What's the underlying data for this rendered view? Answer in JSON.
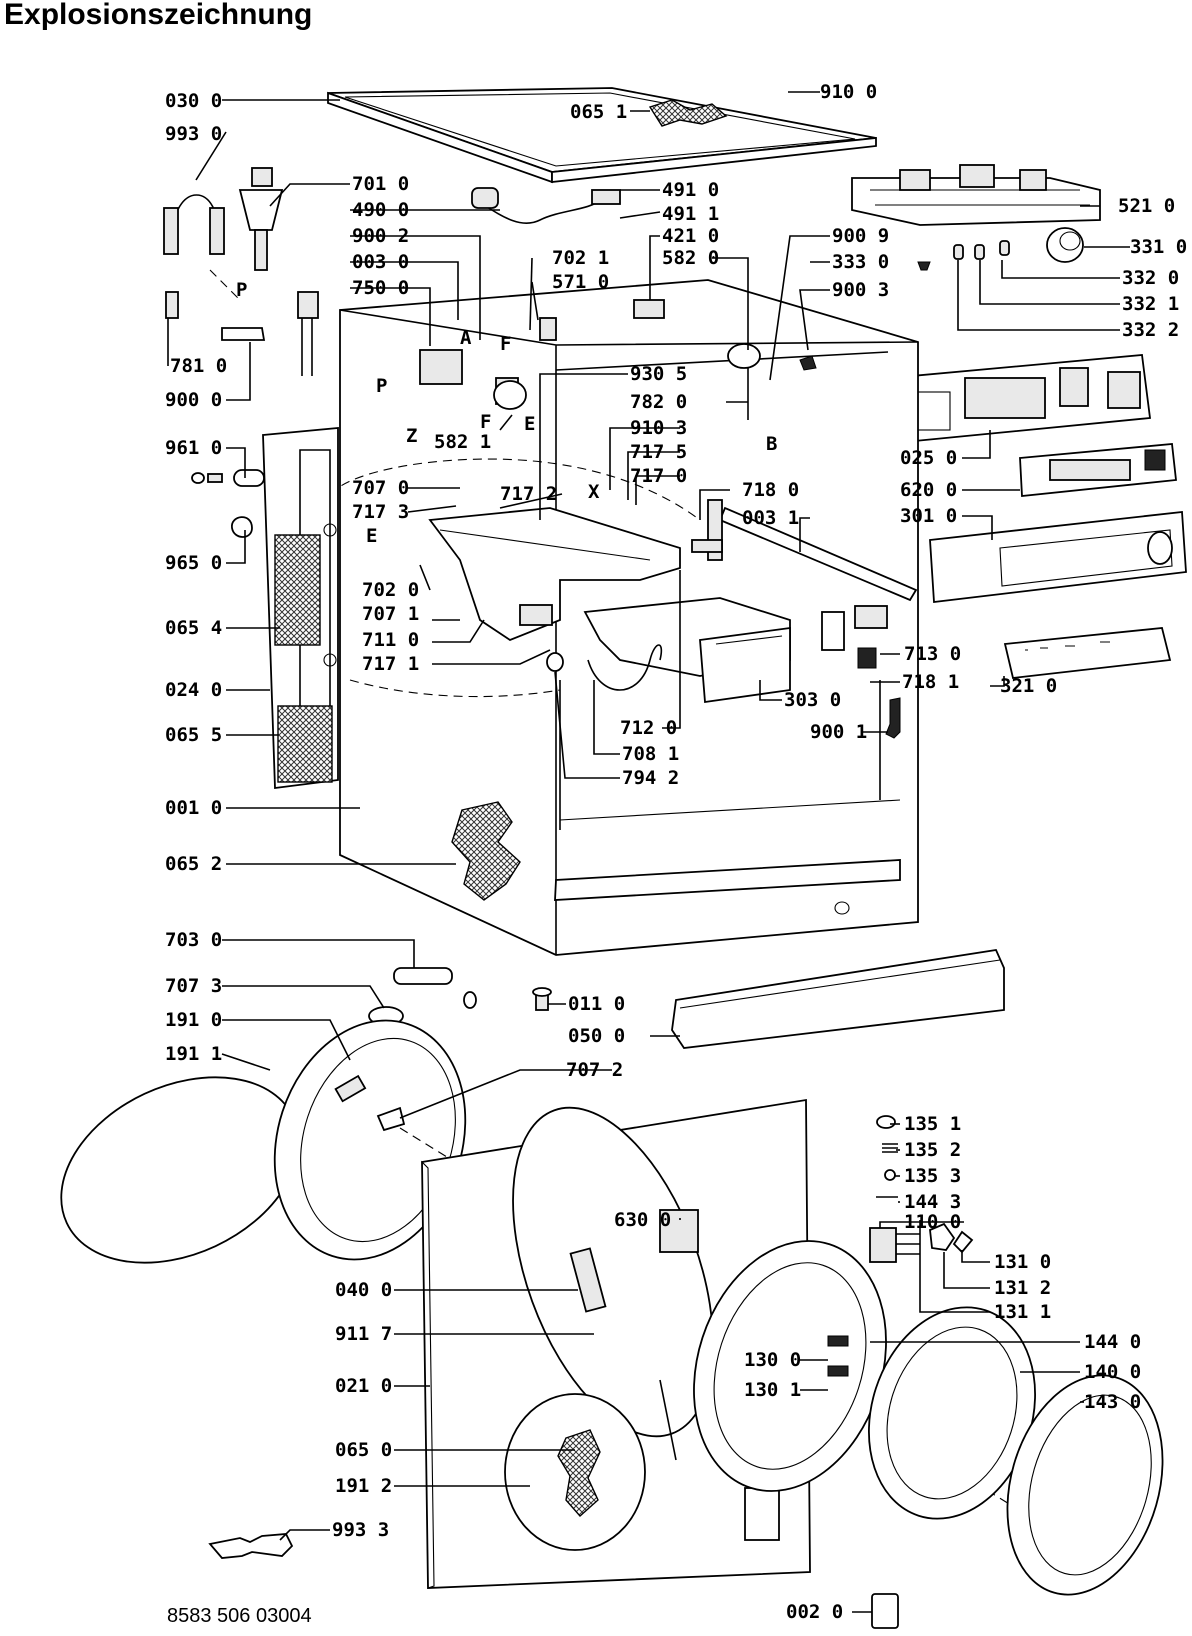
{
  "title": "Explosionszeichnung",
  "doc_number": "8583 506 03004",
  "part_labels": [
    {
      "id": "l-030-0",
      "text": "030 0"
    },
    {
      "id": "l-993-0",
      "text": "993 0"
    },
    {
      "id": "l-065-1-top",
      "text": "065 1"
    },
    {
      "id": "l-910-0",
      "text": "910 0"
    },
    {
      "id": "l-701-0",
      "text": "701 0"
    },
    {
      "id": "l-490-0",
      "text": "490 0"
    },
    {
      "id": "l-491-0",
      "text": "491 0"
    },
    {
      "id": "l-491-1",
      "text": "491 1"
    },
    {
      "id": "l-900-2",
      "text": "900 2"
    },
    {
      "id": "l-421-0",
      "text": "421 0"
    },
    {
      "id": "l-003-0",
      "text": "003 0"
    },
    {
      "id": "l-702-1",
      "text": "702 1"
    },
    {
      "id": "l-582-0",
      "text": "582 0"
    },
    {
      "id": "l-571-0",
      "text": "571 0"
    },
    {
      "id": "l-750-0",
      "text": "750 0"
    },
    {
      "id": "l-900-9",
      "text": "900 9"
    },
    {
      "id": "l-333-0",
      "text": "333 0"
    },
    {
      "id": "l-900-3",
      "text": "900 3"
    },
    {
      "id": "l-521-0",
      "text": "521 0"
    },
    {
      "id": "l-331-0",
      "text": "331 0"
    },
    {
      "id": "l-332-0",
      "text": "332 0"
    },
    {
      "id": "l-332-1",
      "text": "332 1"
    },
    {
      "id": "l-332-2",
      "text": "332 2"
    },
    {
      "id": "l-781-0",
      "text": "781 0"
    },
    {
      "id": "l-900-0",
      "text": "900 0"
    },
    {
      "id": "l-930-5",
      "text": "930 5"
    },
    {
      "id": "l-782-0",
      "text": "782 0"
    },
    {
      "id": "l-582-1",
      "text": "582 1"
    },
    {
      "id": "l-910-3",
      "text": "910 3"
    },
    {
      "id": "l-961-0",
      "text": "961 0"
    },
    {
      "id": "l-717-5",
      "text": "717 5"
    },
    {
      "id": "l-717-0",
      "text": "717 0"
    },
    {
      "id": "l-025-0",
      "text": "025 0"
    },
    {
      "id": "l-620-0",
      "text": "620 0"
    },
    {
      "id": "l-707-0",
      "text": "707 0"
    },
    {
      "id": "l-717-2",
      "text": "717 2"
    },
    {
      "id": "l-718-0",
      "text": "718 0"
    },
    {
      "id": "l-717-3",
      "text": "717 3"
    },
    {
      "id": "l-003-1",
      "text": "003 1"
    },
    {
      "id": "l-301-0",
      "text": "301 0"
    },
    {
      "id": "l-965-0",
      "text": "965 0"
    },
    {
      "id": "l-065-4",
      "text": "065 4"
    },
    {
      "id": "l-702-0",
      "text": "702 0"
    },
    {
      "id": "l-707-1",
      "text": "707 1"
    },
    {
      "id": "l-711-0",
      "text": "711 0"
    },
    {
      "id": "l-713-0",
      "text": "713 0"
    },
    {
      "id": "l-718-1",
      "text": "718 1"
    },
    {
      "id": "l-717-1",
      "text": "717 1"
    },
    {
      "id": "l-321-0",
      "text": "321 0"
    },
    {
      "id": "l-024-0",
      "text": "024 0"
    },
    {
      "id": "l-303-0",
      "text": "303 0"
    },
    {
      "id": "l-712-0",
      "text": "712 0"
    },
    {
      "id": "l-900-1",
      "text": "900 1"
    },
    {
      "id": "l-065-5",
      "text": "065 5"
    },
    {
      "id": "l-708-1",
      "text": "708 1"
    },
    {
      "id": "l-794-2",
      "text": "794 2"
    },
    {
      "id": "l-001-0",
      "text": "001 0"
    },
    {
      "id": "l-065-2",
      "text": "065 2"
    },
    {
      "id": "l-703-0",
      "text": "703 0"
    },
    {
      "id": "l-707-3",
      "text": "707 3"
    },
    {
      "id": "l-011-0",
      "text": "011 0"
    },
    {
      "id": "l-191-0",
      "text": "191 0"
    },
    {
      "id": "l-050-0",
      "text": "050 0"
    },
    {
      "id": "l-191-1",
      "text": "191 1"
    },
    {
      "id": "l-707-2",
      "text": "707 2"
    },
    {
      "id": "l-135-1",
      "text": "135 1"
    },
    {
      "id": "l-135-2",
      "text": "135 2"
    },
    {
      "id": "l-135-3",
      "text": "135 3"
    },
    {
      "id": "l-144-3",
      "text": "144 3"
    },
    {
      "id": "l-110-0",
      "text": "110 0"
    },
    {
      "id": "l-630-0",
      "text": "630 0"
    },
    {
      "id": "l-131-0",
      "text": "131 0"
    },
    {
      "id": "l-131-2",
      "text": "131 2"
    },
    {
      "id": "l-040-0",
      "text": "040 0"
    },
    {
      "id": "l-131-1",
      "text": "131 1"
    },
    {
      "id": "l-911-7",
      "text": "911 7"
    },
    {
      "id": "l-144-0",
      "text": "144 0"
    },
    {
      "id": "l-130-0",
      "text": "130 0"
    },
    {
      "id": "l-021-0",
      "text": "021 0"
    },
    {
      "id": "l-140-0",
      "text": "140 0"
    },
    {
      "id": "l-130-1",
      "text": "130 1"
    },
    {
      "id": "l-143-0",
      "text": "143 0"
    },
    {
      "id": "l-065-0",
      "text": "065 0"
    },
    {
      "id": "l-191-2",
      "text": "191 2"
    },
    {
      "id": "l-993-3",
      "text": "993 3"
    },
    {
      "id": "l-002-0",
      "text": "002 0"
    }
  ],
  "letter_labels": [
    {
      "id": "t-P1",
      "text": "P"
    },
    {
      "id": "t-A",
      "text": "A"
    },
    {
      "id": "t-F1",
      "text": "F"
    },
    {
      "id": "t-P2",
      "text": "P"
    },
    {
      "id": "t-F2",
      "text": "F"
    },
    {
      "id": "t-E1",
      "text": "E"
    },
    {
      "id": "t-Z",
      "text": "Z"
    },
    {
      "id": "t-B",
      "text": "B"
    },
    {
      "id": "t-X",
      "text": "X"
    },
    {
      "id": "t-E2",
      "text": "E"
    }
  ]
}
